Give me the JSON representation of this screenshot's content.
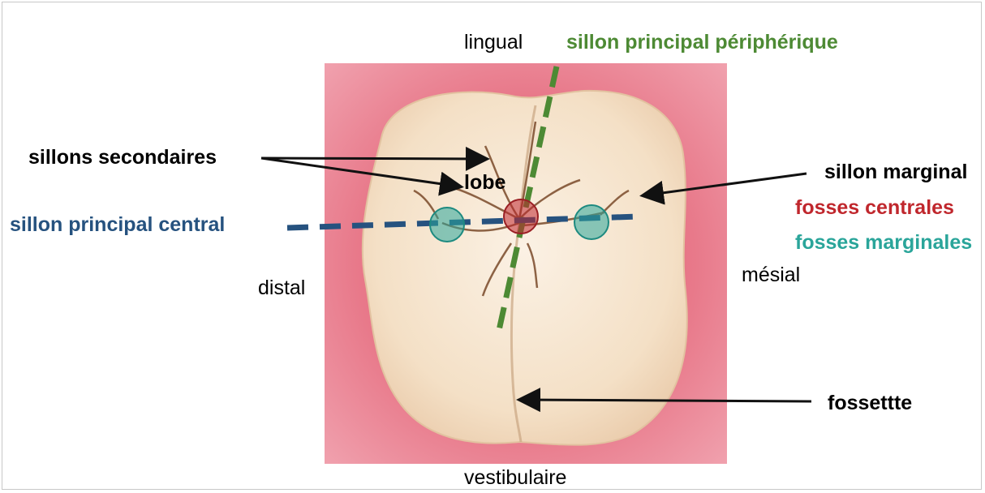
{
  "labels": {
    "lingual": "lingual",
    "sillon_principal_peripherique": "sillon principal périphérique",
    "sillons_secondaires": "sillons secondaires",
    "lobe": "lobe",
    "sillon_marginal": "sillon marginal",
    "fosses_centrales": "fosses centrales",
    "sillon_principal_central": "sillon principal central",
    "fosses_marginales": "fosses marginales",
    "distal": "distal",
    "mesial": "mésial",
    "fossette": "fossettte",
    "vestibulaire": "vestibulaire"
  },
  "colors": {
    "text": "#111111",
    "peripheral_groove": "#4d8a34",
    "central_groove": "#26527f",
    "central_fossa": "#c0272d",
    "marginal_fossa": "#2aa59a",
    "gum": "#e06a7a",
    "tooth": "#f6e6d2"
  }
}
